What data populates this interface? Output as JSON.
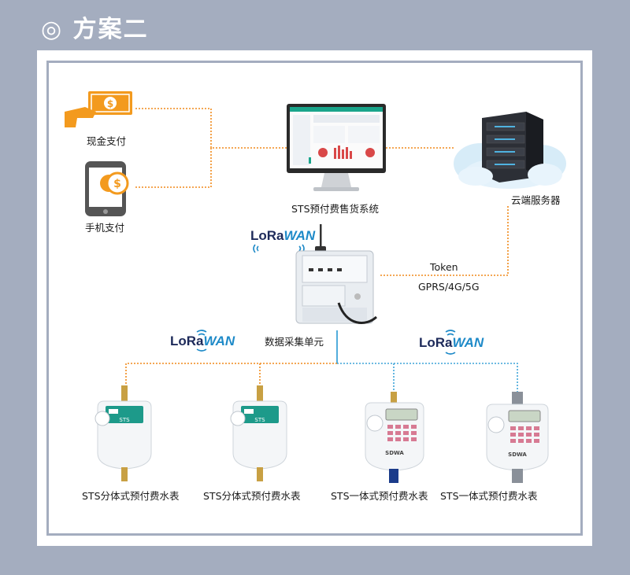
{
  "header": {
    "title": "◎ 方案二"
  },
  "payments": {
    "cash": "现金支付",
    "mobile": "手机支付"
  },
  "system": {
    "label": "STS预付费售货系统"
  },
  "cloud": {
    "label": "云端服务器"
  },
  "link": {
    "token": "Token",
    "network": "GPRS/4G/5G"
  },
  "collector": {
    "label": "数据采集单元"
  },
  "lorawan": {
    "lo": "LoRa",
    "wan": "WAN"
  },
  "meters": [
    {
      "label": "STS分体式预付费水表"
    },
    {
      "label": "STS分体式预付费水表"
    },
    {
      "label": "STS一体式预付费水表"
    },
    {
      "label": "STS一体式预付费水表"
    }
  ],
  "meter_face": {
    "brand": "SDWA",
    "sts": "STS"
  },
  "colors": {
    "orange_line": "#f08a1c",
    "blue_line": "#3ea4d8",
    "frame": "#a4adbf",
    "icon_orange": "#f39a1e"
  },
  "icons": [
    "cash-icon",
    "mobile-pay-icon",
    "monitor-icon",
    "server-cloud-icon",
    "collector-device-icon",
    "water-meter-icon"
  ]
}
